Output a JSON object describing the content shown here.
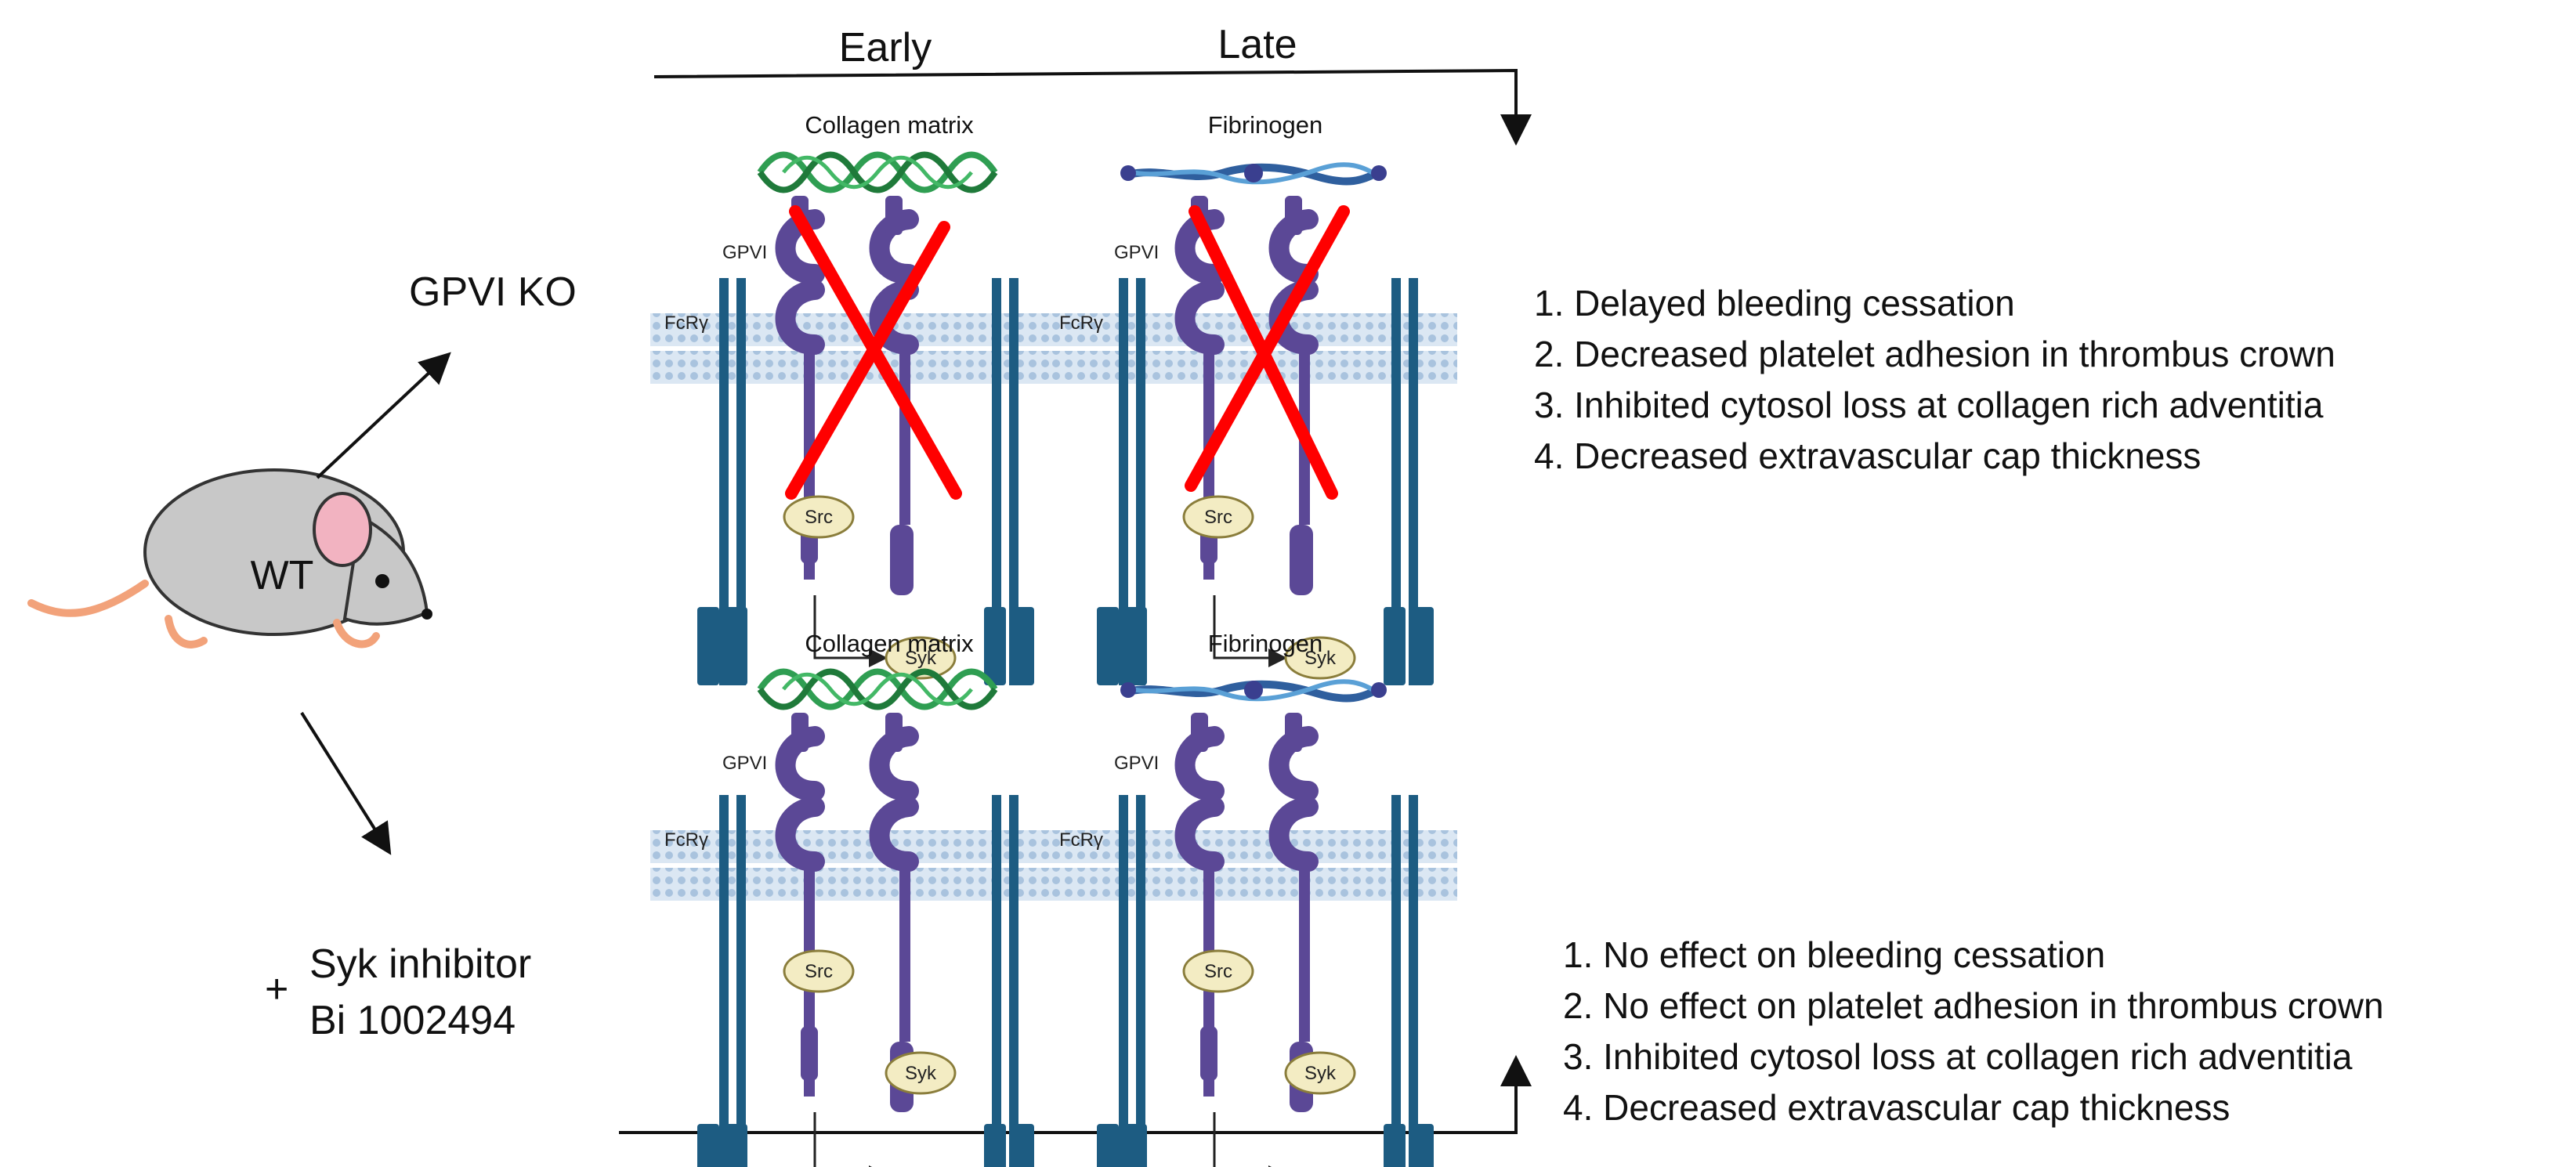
{
  "timeline": {
    "early": "Early",
    "late": "Late"
  },
  "mouse": {
    "label": "WT"
  },
  "treatments": {
    "ko": "GPVI KO",
    "plus": "+",
    "inhibitor_line1": "Syk inhibitor",
    "inhibitor_line2": "Bi 1002494"
  },
  "panels": {
    "early_ligand": "Collagen matrix",
    "late_ligand": "Fibrinogen",
    "receptor": "GPVI",
    "coreceptor": "FcRγ",
    "kinase_src": "Src",
    "kinase_syk": "Syk"
  },
  "outcomes_ko": [
    "1. Delayed bleeding cessation",
    "2. Decreased platelet adhesion in thrombus crown",
    "3. Inhibited cytosol loss at collagen rich adventitia",
    "4. Decreased extravascular cap thickness"
  ],
  "outcomes_syk": [
    "1. No effect on bleeding cessation",
    "2. No effect on platelet adhesion in thrombus crown",
    "3. Inhibited cytosol loss at collagen rich adventitia",
    "4. Decreased extravascular cap thickness"
  ],
  "colors": {
    "receptor": "#5b4896",
    "fcr": "#1d5c82",
    "membrane": "#b9cfe4",
    "collagen": "#2f9e52",
    "fibrinogen": "#3e7fbf",
    "kinase_fill": "#f3ecc3",
    "mouse": "#c8c8c8",
    "ear": "#f2b3c1",
    "cross": "#ff0000"
  }
}
